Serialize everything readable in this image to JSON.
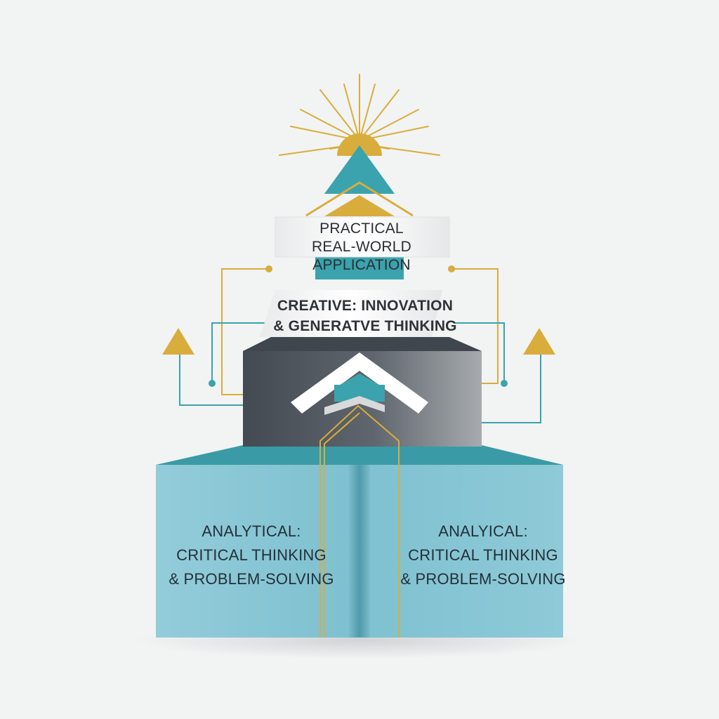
{
  "diagram": {
    "top_tier": {
      "line1": "PRACTICAL",
      "line2": "REAL-WORLD APPLICATION"
    },
    "middle_tier": {
      "line1": "CREATIVE: INNOVATION",
      "line2": "& GENERATVE THINKING"
    },
    "base_left": {
      "line1": "ANALYTICAL:",
      "line2": "CRITICAL THINKING",
      "line3": "& PROBLEM-SOLVING"
    },
    "base_right": {
      "line1": "ANALYICAL:",
      "line2": "CRITICAL THINKING",
      "line3": "& PROBLEM-SOLVING"
    }
  },
  "colors": {
    "background": "#f2f3f3",
    "teal": "#3aa3ad",
    "light_teal": "#8ecbd8",
    "gold": "#d9ad3c",
    "slate": "#4f565d"
  },
  "icons": [
    "sun-burst-icon",
    "up-arrow-icon",
    "chevron-up-icon",
    "triangle-marker-icon"
  ]
}
